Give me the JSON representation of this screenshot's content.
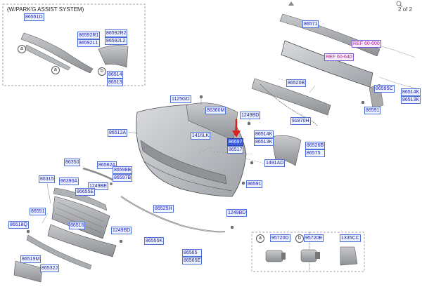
{
  "page": {
    "indicator": "2 of 2"
  },
  "inset": {
    "title": "(W/PARK'G ASSIST SYSTEM)"
  },
  "callouts": {
    "a": "a",
    "b": "b"
  },
  "parts": {
    "p86551D": "86551D",
    "p86592R1": "86592R1",
    "p86592L1": "86592L1",
    "p86592R2": "86592R2",
    "p86592L2": "86592L2",
    "p86514": "86514",
    "p86513": "86513",
    "p1125GD": "1125GD",
    "p86360M": "86360M",
    "p1249BD_a": "1249BD",
    "p86512A": "86512A",
    "p1416LK": "1416LK",
    "p86697": "86697",
    "p86517": "86517",
    "p86514K": "86514K",
    "p86513K": "86513K",
    "p86526B": "86526B",
    "p86575": "86575",
    "p1491AD": "1491AD",
    "p86591_a": "86591",
    "p86571": "86571",
    "pREF60600": "REF 60-600",
    "pREF60640": "REF 60-640",
    "p86520B": "86520B",
    "p91870H": "91870H",
    "p86595C": "86595C",
    "p86514Kb": "86514K",
    "p86513Kb": "86513K",
    "p86591_b": "86591",
    "p86350": "86350",
    "p86562A": "86562A",
    "p86315": "86315",
    "p86390A": "86390A",
    "p86598B": "86598B",
    "p86597B": "86597B",
    "p1249BE": "1249BE",
    "p86655E": "86655E",
    "p86551": "86551",
    "p86518Q": "86518Q",
    "p86516": "86516",
    "p1249BD_b": "1249BD",
    "p86525H": "86525H",
    "p1249BD_c": "1249BD",
    "p86555K": "86555K",
    "p86565": "86565",
    "p86565E": "86565E",
    "p86519M": "86519M",
    "p86532J": "86532J"
  },
  "legend": {
    "a_letter": "a",
    "a_part": "95720D",
    "b_letter": "b",
    "b_part": "95720E",
    "c_part": "1335CC"
  },
  "colors": {
    "label_border": "#4d6fd8",
    "label_text": "#1a1aa8",
    "selected": "#3e5fe0",
    "ref": "#b0208a",
    "arrow": "#e02020"
  }
}
